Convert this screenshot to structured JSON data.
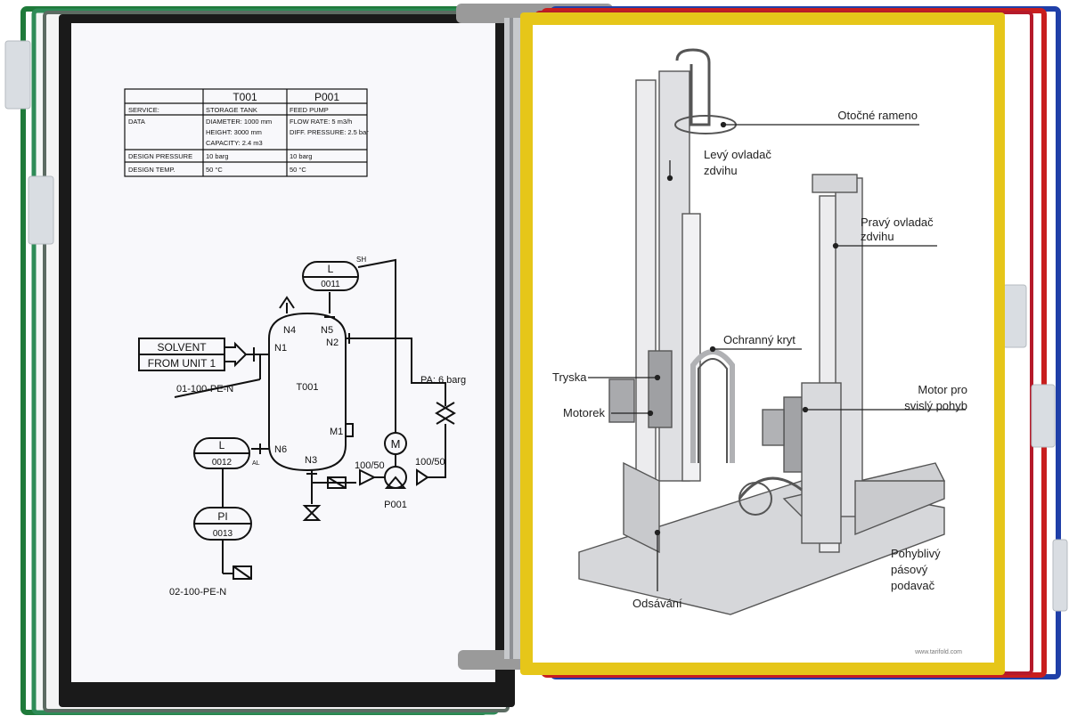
{
  "colors": {
    "left_pocket_frame": "#111111",
    "left_back_frames": [
      "#1f7a3a",
      "#2e8b57",
      "#5c6b62"
    ],
    "right_pocket_frame": "#e6c619",
    "right_back_frames": [
      "#c81e1e",
      "#b51a2a",
      "#1f3fa8"
    ],
    "rail": "#9a9a9a",
    "tab": "#d9dde2"
  },
  "left_page": {
    "spec_table": {
      "headers": [
        "",
        "T001",
        "P001"
      ],
      "rows": [
        [
          "SERVICE:",
          "STORAGE TANK",
          "FEED PUMP"
        ],
        [
          "DATA",
          "DIAMETER: 1000 mm",
          "FLOW RATE: 5 m3/h"
        ],
        [
          "",
          "HEIGHT: 3000 mm",
          "DIFF. PRESSURE: 2.5 bar"
        ],
        [
          "",
          "CAPACITY: 2.4 m3",
          ""
        ],
        [
          "DESIGN PRESSURE",
          "10 barg",
          "10 barg"
        ],
        [
          "DESIGN TEMP.",
          "50 °C",
          "50 °C"
        ]
      ]
    },
    "diagram": {
      "solvent_line1": "SOLVENT",
      "solvent_line2": "FROM UNIT 1",
      "line_01": "01-100-PE-N",
      "line_02": "02-100-PE-N",
      "tank_tag": "T001",
      "pump_tag": "P001",
      "pa_label": "PA: 6 barg",
      "sh_label": "SH",
      "al_label": "AL",
      "size_left": "100/50",
      "size_right": "100/50",
      "l_upper_letter": "L",
      "l_upper_num": "0011",
      "l_lower_letter": "L",
      "l_lower_num": "0012",
      "pi_letter": "PI",
      "pi_num": "0013",
      "m_letter": "M",
      "nozzles": {
        "n1": "N1",
        "n2": "N2",
        "n3": "N3",
        "n4": "N4",
        "n5": "N5",
        "n6": "N6",
        "m1": "M1"
      }
    }
  },
  "right_page": {
    "labels": {
      "otocne": "Otočné rameno",
      "levy1": "Levý ovladač",
      "levy2": "zdvihu",
      "pravy1": "Pravý ovladač",
      "pravy2": "zdvihu",
      "ochranny": "Ochranný kryt",
      "tryska": "Tryska",
      "motorek": "Motorek",
      "motor1": "Motor pro",
      "motor2": "svislý pohyb",
      "pohyb1": "Pohyblivý",
      "pohyb2": "pásový",
      "pohyb3": "podavač",
      "odsavani": "Odsávání"
    },
    "footer_url": "www.tarifold.com"
  }
}
